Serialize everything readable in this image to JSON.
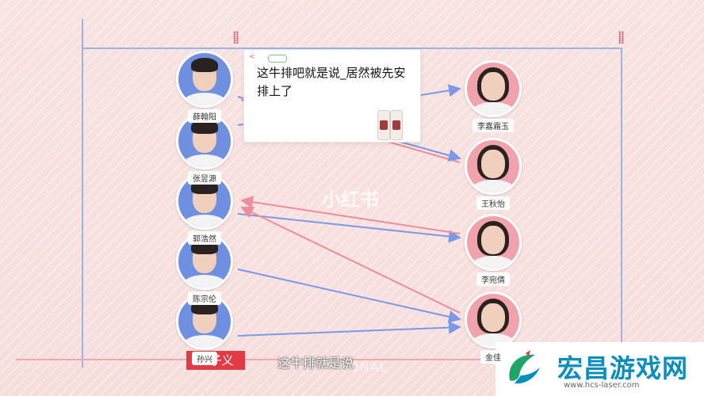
{
  "colors": {
    "arrow_blue": "#7d98e6",
    "arrow_pink": "#ee8c99",
    "label_red": "#e23b45",
    "logo_blue": "#0a8fbd"
  },
  "men": [
    {
      "name": "薛翰阳"
    },
    {
      "name": "张昱源"
    },
    {
      "name": "郭浩然"
    },
    {
      "name": "陈宗伦"
    },
    {
      "name": "孙兴"
    }
  ],
  "women": [
    {
      "name": "李嘉霜玉"
    },
    {
      "name": "王秋怡"
    },
    {
      "name": "李宛倩"
    },
    {
      "name": "金佳"
    }
  ],
  "note_card": {
    "tag": "<",
    "text": "这牛排吧就是说_居然被先安排上了"
  },
  "speaker_label": "孟子义",
  "subtitle": "这牛排就是说",
  "watermark": "小红书",
  "background_text": "ONAL",
  "logo": {
    "title": "宏昌游戏网",
    "url": "www.hcs-laser.com",
    "icon": "leaf-swirl-icon"
  }
}
